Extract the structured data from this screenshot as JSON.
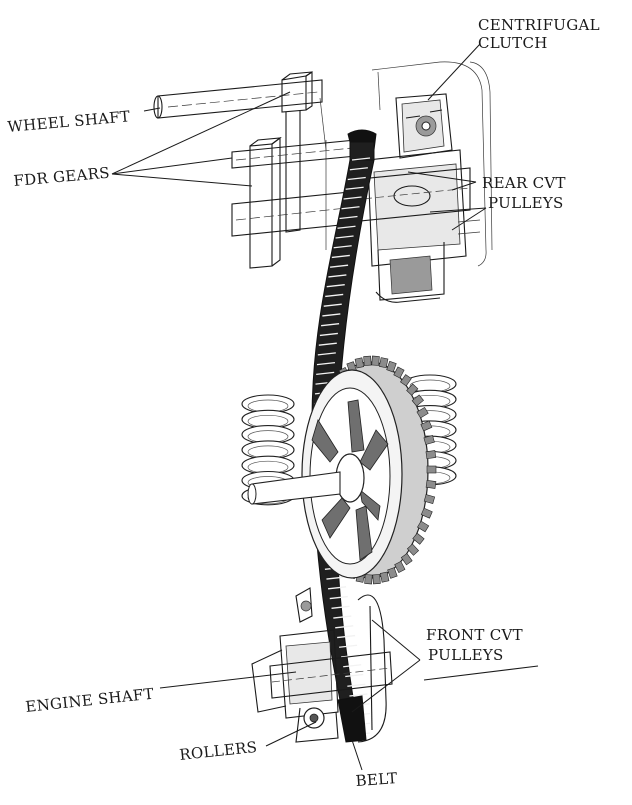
{
  "labels": {
    "centrifugal_clutch_1": "CENTRIFUGAL",
    "centrifugal_clutch_2": "CLUTCH",
    "wheel_shaft": "WHEEL SHAFT",
    "fdr_gears": "FDR GEARS",
    "rear_cvt_1": "REAR CVT",
    "rear_cvt_2": "PULLEYS",
    "front_cvt_1": "FRONT CVT",
    "front_cvt_2": "PULLEYS",
    "engine_shaft": "ENGINE SHAFT",
    "rollers": "ROLLERS",
    "belt": "BELT"
  }
}
